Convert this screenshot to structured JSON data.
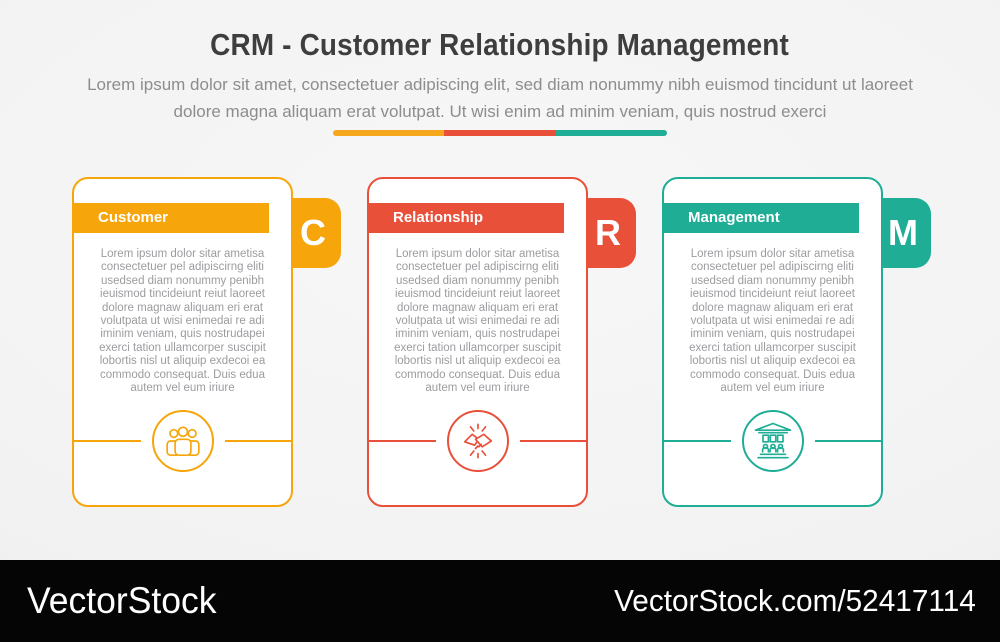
{
  "header": {
    "title": "CRM - Customer Relationship Management",
    "subtitle": "Lorem ipsum dolor sit amet, consectetuer adipiscing elit, sed diam nonummy nibh euismod tincidunt ut laoreet dolore magna aliquam erat volutpat. Ut wisi enim ad minim veniam, quis nostrud exerci",
    "divider_colors": [
      "#F5A81C",
      "#E8503A",
      "#1FAD96"
    ]
  },
  "cards": [
    {
      "label": "Customer",
      "letter": "C",
      "color": "#F6A50B",
      "icon": "people-group-icon",
      "body": "Lorem ipsum dolor sitar ametisa consectetuer pel adipiscirng eliti usedsed diam nonummy penibh ieuismod tincideiunt reiut laoreet dolore magnaw aliquam eri erat volutpata ut wisi enimedai re adi iminim veniam, quis nostrudapei exerci tation ullamcorper suscipit lobortis nisl ut aliquip exdecoi ea commodo consequat. Duis edua autem vel eum iriure"
    },
    {
      "label": "Relationship",
      "letter": "R",
      "color": "#E8503A",
      "icon": "handshake-icon",
      "body": "Lorem ipsum dolor sitar ametisa consectetuer pel adipiscirng eliti usedsed diam nonummy penibh ieuismod tincideiunt reiut laoreet dolore magnaw aliquam eri erat volutpata ut wisi enimedai re adi iminim veniam, quis nostrudapei exerci tation ullamcorper suscipit lobortis nisl ut aliquip exdecoi ea commodo consequat. Duis edua autem vel eum iriure"
    },
    {
      "label": "Management",
      "letter": "M",
      "color": "#1FAD96",
      "icon": "bank-building-icon",
      "body": "Lorem ipsum dolor sitar ametisa consectetuer pel adipiscirng eliti usedsed diam nonummy penibh ieuismod tincideiunt reiut laoreet dolore magnaw aliquam eri erat volutpata ut wisi enimedai re adi iminim veniam, quis nostrudapei exerci tation ullamcorper suscipit lobortis nisl ut aliquip exdecoi ea commodo consequat. Duis edua autem vel eum iriure"
    }
  ],
  "footer": {
    "brand": "VectorStock",
    "credit": "VectorStock.com/52417114"
  }
}
